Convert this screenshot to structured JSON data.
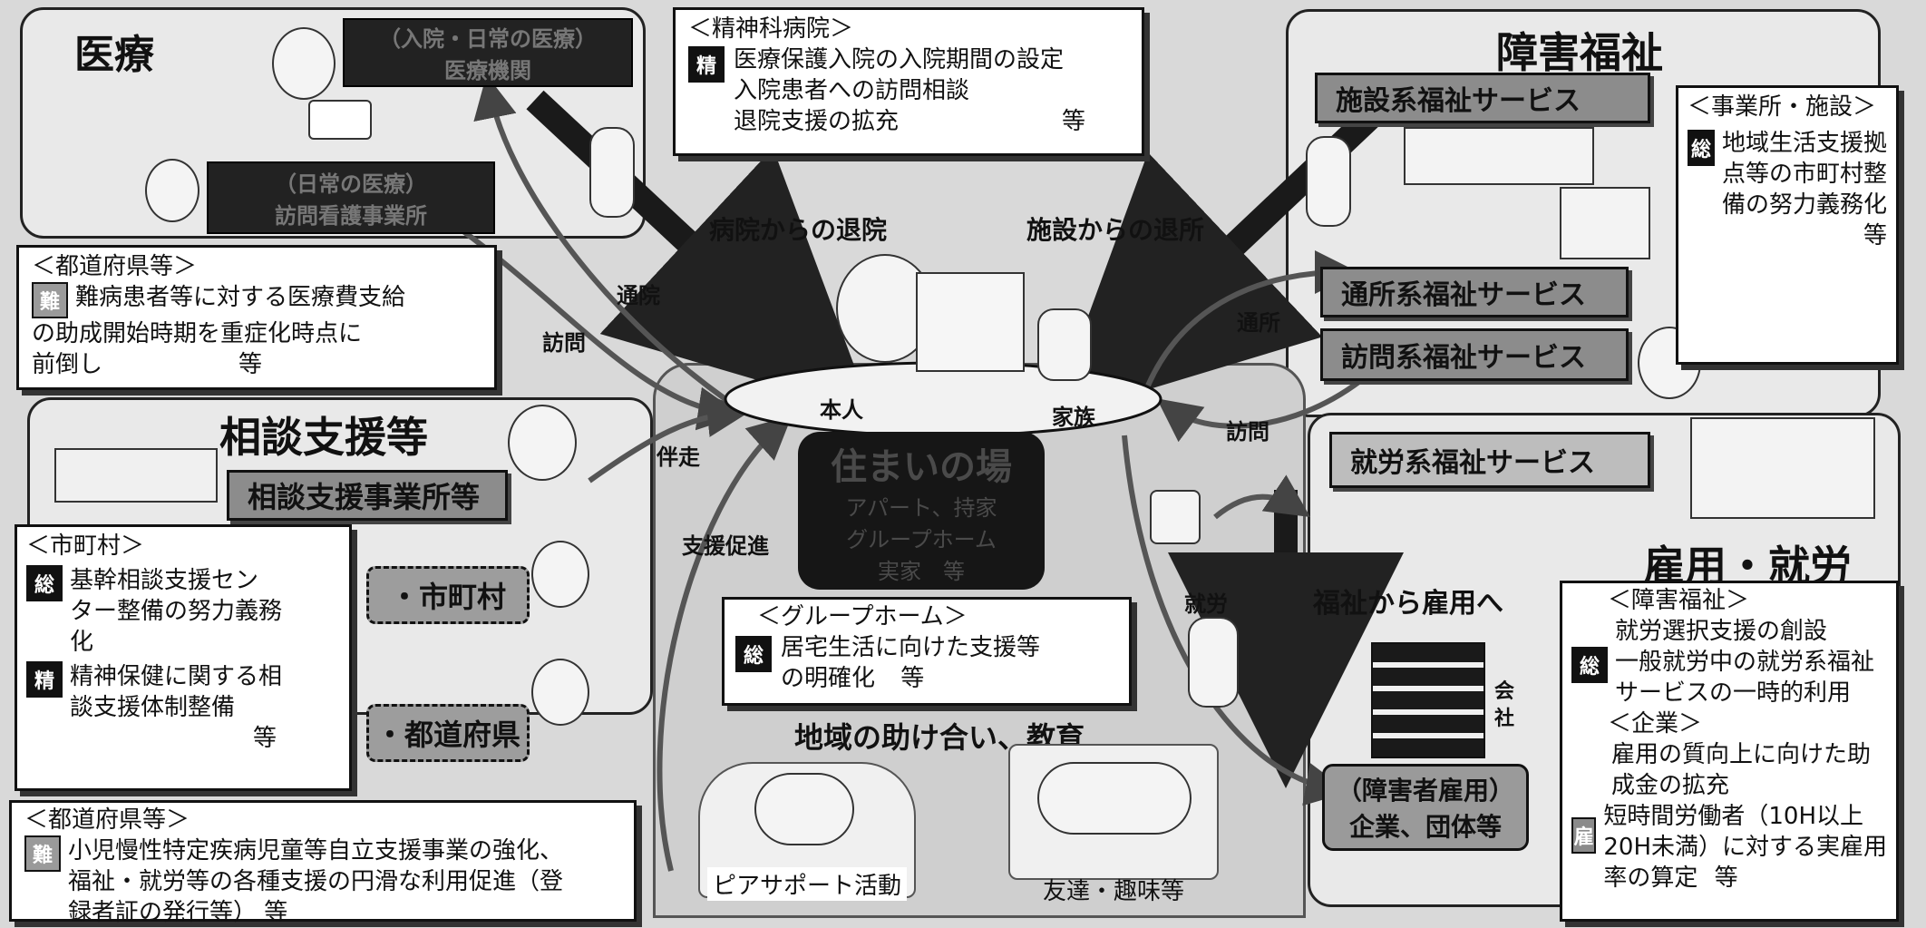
{
  "medical": {
    "title": "医療",
    "inpatient_label": "（入院・日常の医療）",
    "inpatient_sub": "医療機関",
    "daily_label": "（日常の医療）",
    "daily_sub": "訪問看護事業所"
  },
  "psych_note": {
    "heading": "＜精神科病院＞",
    "badge": "精",
    "lines": [
      "医療保護入院の入院期間の設定",
      "入院患者への訪問相談",
      "退院支援の拡充"
    ],
    "etc": "等"
  },
  "pref_note_top": {
    "heading": "＜都道府県等＞",
    "badge": "難",
    "lines": [
      "難病患者等に対する医療費支給",
      "の助成開始時期を重症化時点に",
      "前倒し"
    ],
    "etc": "等"
  },
  "consult": {
    "title": "相談支援等",
    "office": "相談支援事業所等"
  },
  "muni_note": {
    "heading": "＜市町村＞",
    "items": [
      {
        "badge": "総",
        "lines": [
          "基幹相談支援セン",
          "ター整備の努力義務",
          "化"
        ]
      },
      {
        "badge": "精",
        "lines": [
          "精神保健に関する相",
          "談支援体制整備"
        ]
      }
    ],
    "etc": "等"
  },
  "gov_boxes": {
    "municipality": "・市町村",
    "prefecture": "・都道府県"
  },
  "pref_note_bottom": {
    "heading": "＜都道府県等＞",
    "badge": "難",
    "lines": [
      "小児慢性特定疾病児童等自立支援事業の強化、",
      "福祉・就労等の各種支援の円滑な利用促進（登",
      "録者証の発行等）"
    ],
    "etc": "等"
  },
  "center": {
    "discharge_hospital": "病院からの退院",
    "discharge_facility": "施設からの退所",
    "self": "本人",
    "family": "家族",
    "home_title": "住まいの場",
    "home_items": [
      "アパート、持家",
      "グループホーム",
      "実家　等"
    ],
    "community": "地域の助け合い、教育",
    "peer": "ピアサポート活動",
    "friends": "友達・趣味等"
  },
  "gh_note": {
    "heading": "＜グループホーム＞",
    "badge": "総",
    "lines": [
      "居宅生活に向けた支援等",
      "の明確化"
    ],
    "etc": "等"
  },
  "flows": {
    "tsuuin": "通院",
    "houmon_left": "訪問",
    "bansou": "伴走",
    "shien": "支援促進",
    "tsuusho": "通所",
    "houmon_right": "訪問",
    "shuurou": "就労"
  },
  "welfare": {
    "title": "障害福祉",
    "facility": "施設系福祉サービス",
    "day": "通所系福祉サービス",
    "visit": "訪問系福祉サービス",
    "work": "就労系福祉サービス"
  },
  "office_note": {
    "heading": "＜事業所・施設＞",
    "badge": "総",
    "lines": [
      "地域生活支援拠",
      "点等の市町村整",
      "備の努力義務化"
    ],
    "etc": "等"
  },
  "employment": {
    "title": "雇用・就労",
    "transition": "福祉から雇用へ",
    "company_glyphs": [
      "会",
      "社"
    ],
    "emp_label": "（障害者雇用）",
    "emp_sub": "企業、団体等"
  },
  "emp_note": {
    "heading1": "＜障害福祉＞",
    "badge1": "総",
    "lines1": [
      "就労選択支援の創設",
      "一般就労中の就労系福祉",
      "サービスの一時的利用"
    ],
    "heading2": "＜企業＞",
    "lines2": [
      "雇用の質向上に向けた助",
      "成金の拡充"
    ],
    "badge2": "雇",
    "lines3": [
      "短時間労働者（10H以上",
      "20H未満）に対する実雇用",
      "率の算定"
    ],
    "etc": "等"
  }
}
